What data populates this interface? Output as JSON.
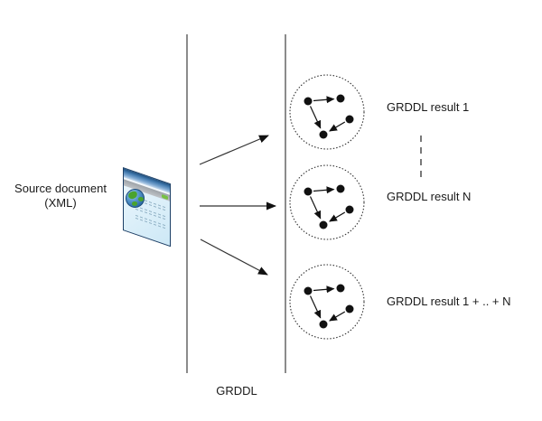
{
  "diagram": {
    "type": "GRDDL transformation diagram",
    "source": {
      "label_line1": "Source document",
      "label_line2": "(XML)",
      "icon": "browser-window-with-globe-icon"
    },
    "pipeline_label": "GRDDL",
    "results": [
      {
        "label": "GRDDL result 1"
      },
      {
        "label": "GRDDL result N"
      },
      {
        "label": "GRDDL result 1 + .. + N"
      }
    ],
    "colors": {
      "background": "#ffffff",
      "line": "#4d4d4d",
      "arrow": "#333333",
      "graph_node": "#111111",
      "circle_stroke": "#333333",
      "icon_title_bar": "#3f77ac",
      "icon_body": "#d9effa",
      "icon_border": "#1c3f66",
      "globe_blue": "#2e6da6",
      "globe_green": "#4aa32e",
      "text": "#1a1a1a"
    }
  }
}
